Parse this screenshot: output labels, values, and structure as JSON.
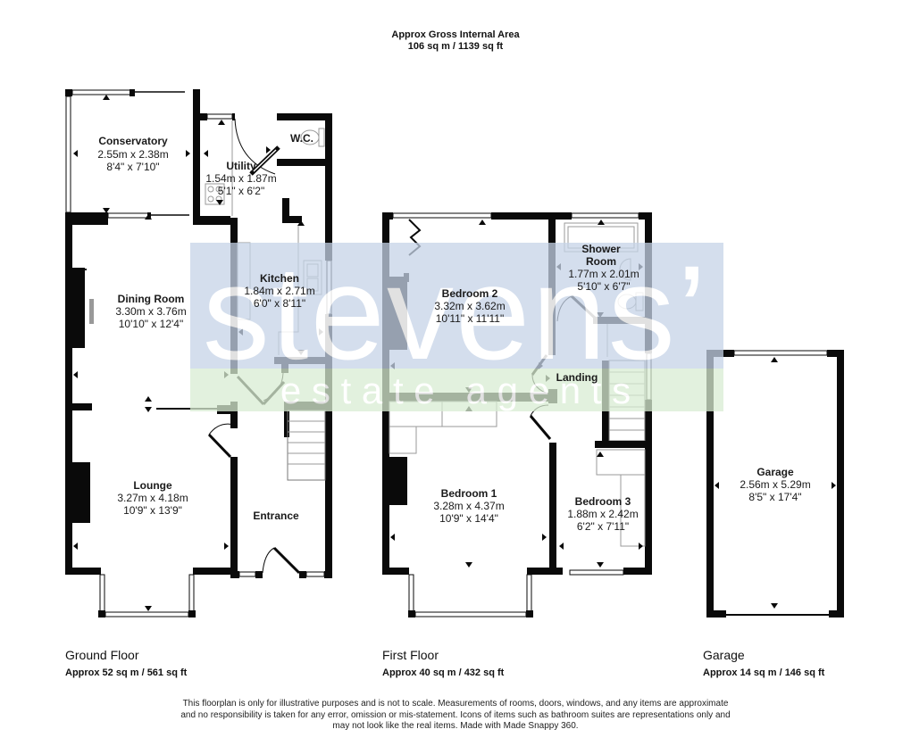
{
  "header": {
    "gross_title": "Approx Gross Internal Area",
    "gross_value": "106 sq m / 1139 sq ft"
  },
  "watermark": {
    "brand": "stevens’",
    "tagline": "e s t a t e   a g e n t s",
    "colors": {
      "blue_band": "#c5d3e8",
      "green_band": "#d8ecd2"
    }
  },
  "rooms": {
    "conservatory": {
      "name": "Conservatory",
      "metric": "2.55m x 2.38m",
      "imperial": "8'4\" x 7'10\""
    },
    "utility": {
      "name": "Utility",
      "metric": "1.54m x 1.87m",
      "imperial": "5'1\" x 6'2\""
    },
    "wc": {
      "name": "W.C."
    },
    "dining_room": {
      "name": "Dining Room",
      "metric": "3.30m x 3.76m",
      "imperial": "10'10\" x 12'4\""
    },
    "kitchen": {
      "name": "Kitchen",
      "metric": "1.84m x 2.71m",
      "imperial": "6'0\" x 8'11\""
    },
    "lounge": {
      "name": "Lounge",
      "metric": "3.27m x 4.18m",
      "imperial": "10'9\" x 13'9\""
    },
    "entrance": {
      "name": "Entrance"
    },
    "bedroom2": {
      "name": "Bedroom 2",
      "metric": "3.32m x 3.62m",
      "imperial": "10'11\" x 11'11\""
    },
    "shower_room": {
      "name_line1": "Shower",
      "name_line2": "Room",
      "metric": "1.77m x 2.01m",
      "imperial": "5'10\" x 6'7\""
    },
    "landing": {
      "name": "Landing"
    },
    "bedroom1": {
      "name": "Bedroom 1",
      "metric": "3.28m x 4.37m",
      "imperial": "10'9\" x 14'4\""
    },
    "bedroom3": {
      "name": "Bedroom 3",
      "metric": "1.88m x 2.42m",
      "imperial": "6'2\" x 7'11\""
    },
    "garage": {
      "name": "Garage",
      "metric": "2.56m x 5.29m",
      "imperial": "8'5\" x 17'4\""
    }
  },
  "floors": [
    {
      "label": "Ground Floor",
      "area": "Approx 52 sq m / 561 sq ft"
    },
    {
      "label": "First Floor",
      "area": "Approx 40 sq m / 432 sq ft"
    },
    {
      "label": "Garage",
      "area": "Approx 14 sq m / 146 sq ft"
    }
  ],
  "disclaimer": {
    "line1": "This floorplan is only for illustrative purposes and is not to scale. Measurements of rooms, doors, windows, and any items are approximate",
    "line2": "and no responsibility is taken for any error, omission or mis-statement. Icons of items such as bathroom suites are representations only and",
    "line3": "may not look like the real items. Made with Made Snappy 360."
  }
}
